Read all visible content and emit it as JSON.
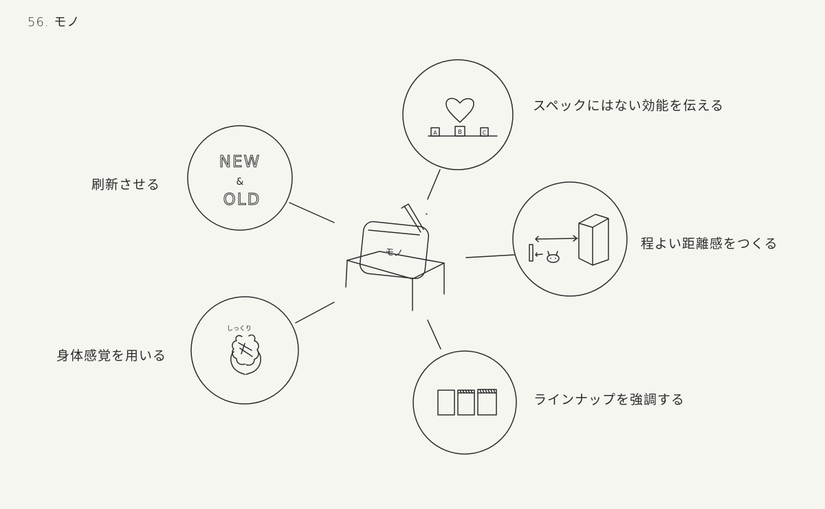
{
  "title": "56. モノ",
  "center": {
    "label": "モノ"
  },
  "branches": {
    "spec": {
      "label": "スペックにはない効能を伝える",
      "box_letters": [
        "A",
        "B",
        "C"
      ]
    },
    "distance": {
      "label": "程よい距離感をつくる"
    },
    "lineup": {
      "label": "ラインナップを強調する"
    },
    "body": {
      "label": "身体感覚を用いる",
      "caption": "しっくり"
    },
    "newold": {
      "label": "刷新させる",
      "line1": "NEW",
      "line2": "&",
      "line3": "OLD"
    }
  }
}
